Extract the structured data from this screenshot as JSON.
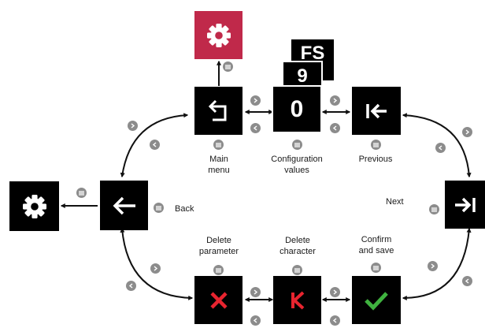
{
  "tiles": {
    "settings_top": {
      "icon": "gear-icon"
    },
    "main_menu": {
      "icon": "return-arrow-icon"
    },
    "config_back2": {
      "text": "FS"
    },
    "config_back1": {
      "text": "9"
    },
    "config_front": {
      "text": "0"
    },
    "previous": {
      "icon": "skip-to-start-icon"
    },
    "next": {
      "icon": "skip-to-end-icon"
    },
    "back": {
      "icon": "left-arrow-icon"
    },
    "settings_left": {
      "icon": "gear-icon"
    },
    "delete_parameter": {
      "icon": "x-icon"
    },
    "delete_character": {
      "icon": "k-icon"
    },
    "confirm_save": {
      "icon": "checkmark-icon"
    }
  },
  "labels": {
    "main_menu": [
      "Main",
      "menu"
    ],
    "configuration_values": [
      "Configuration",
      "values"
    ],
    "previous": "Previous",
    "back": "Back",
    "next": "Next",
    "delete_parameter": [
      "Delete",
      "parameter"
    ],
    "delete_character": [
      "Delete",
      "character"
    ],
    "confirm_save": [
      "Confirm",
      "and save"
    ]
  },
  "badge_icons": {
    "press": "press-button-icon",
    "up": "up-button-icon",
    "down": "down-button-icon"
  },
  "colors": {
    "tile": "#000000",
    "settings_accent": "#c0294a",
    "badge": "#8c8c8c",
    "delete_red": "#e8242f",
    "confirm_green": "#3fb23f",
    "arrow": "#111111",
    "label_text": "#1a1a1a"
  }
}
